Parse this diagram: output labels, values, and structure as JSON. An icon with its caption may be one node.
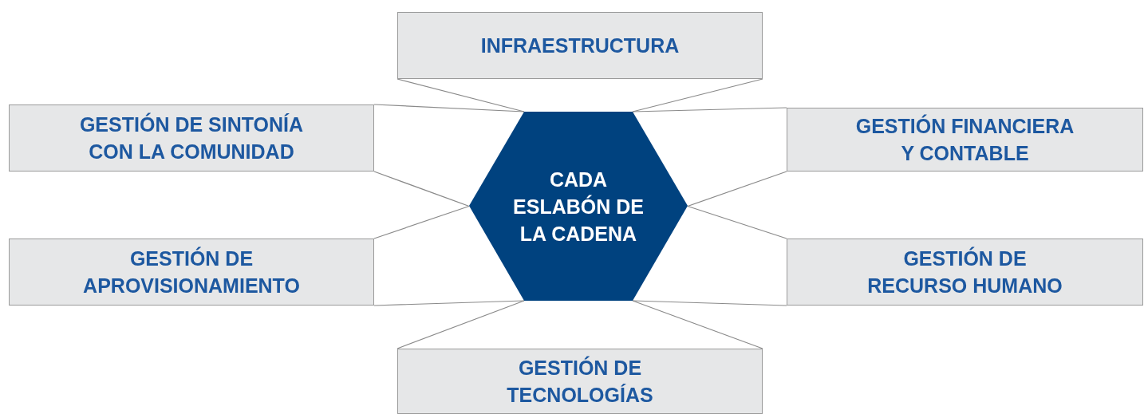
{
  "diagram": {
    "nodes": [
      {
        "text": [
          "INFRAESTRUCTURA"
        ]
      },
      {
        "text": [
          "GESTIÓN DE SINTONÍA CON LA COMUNIDAD"
        ]
      },
      {
        "text": [
          "CADA ESLABÓN DE LA CADENA"
        ]
      },
      {
        "text": [
          "GESTIÓN FINANCIERA Y CONTABLE"
        ]
      },
      {
        "text": [
          "GESTIÓN DE APROVISIONAMIENTO"
        ]
      },
      {
        "text": [
          "GESTIÓN DE RECURSO HUMANO"
        ]
      },
      {
        "text": [
          "GESTIÓN DE TECNOLOGÍAS"
        ]
      }
    ],
    "edges": [
      {
        "from": 2,
        "to": 0,
        "arrow": "none"
      },
      {
        "from": 2,
        "to": 1,
        "arrow": "none"
      },
      {
        "from": 2,
        "to": 3,
        "arrow": "none"
      },
      {
        "from": 2,
        "to": 4,
        "arrow": "none"
      },
      {
        "from": 2,
        "to": 5,
        "arrow": "none"
      },
      {
        "from": 2,
        "to": 6,
        "arrow": "none"
      }
    ]
  }
}
